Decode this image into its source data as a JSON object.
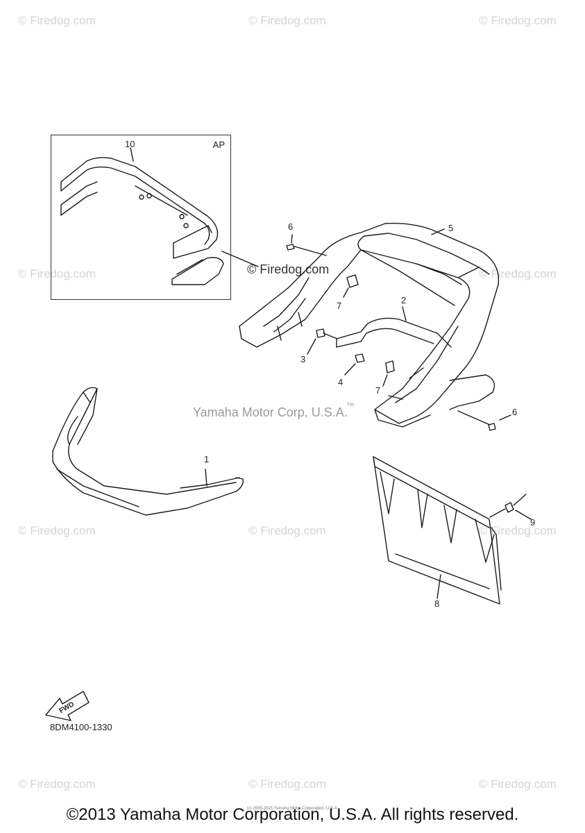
{
  "watermark": "© Firedog.com",
  "watermark_center": "Yamaha Motor Corp, U.S.A.",
  "trademark": "TM",
  "inset": {
    "label": "AP",
    "watermark": "© Firedog.com"
  },
  "callouts": {
    "c10": "10",
    "c6a": "6",
    "c5": "5",
    "c7a": "7",
    "c2": "2",
    "c3": "3",
    "c4": "4",
    "c7b": "7",
    "c6b": "6",
    "c1": "1",
    "c9": "9",
    "c8": "8"
  },
  "fwd_arrow": {
    "text": "FWD"
  },
  "part_code": "8DM4100-1330",
  "footer": {
    "copyright": "©2013 Yamaha Motor Corporation, U.S.A. All rights reserved.",
    "small": "(c) 2005-2015 Yamaha Motor Corporation, U.S.A."
  },
  "colors": {
    "line": "#1a1a1a",
    "watermark": "#d4d4d4"
  }
}
